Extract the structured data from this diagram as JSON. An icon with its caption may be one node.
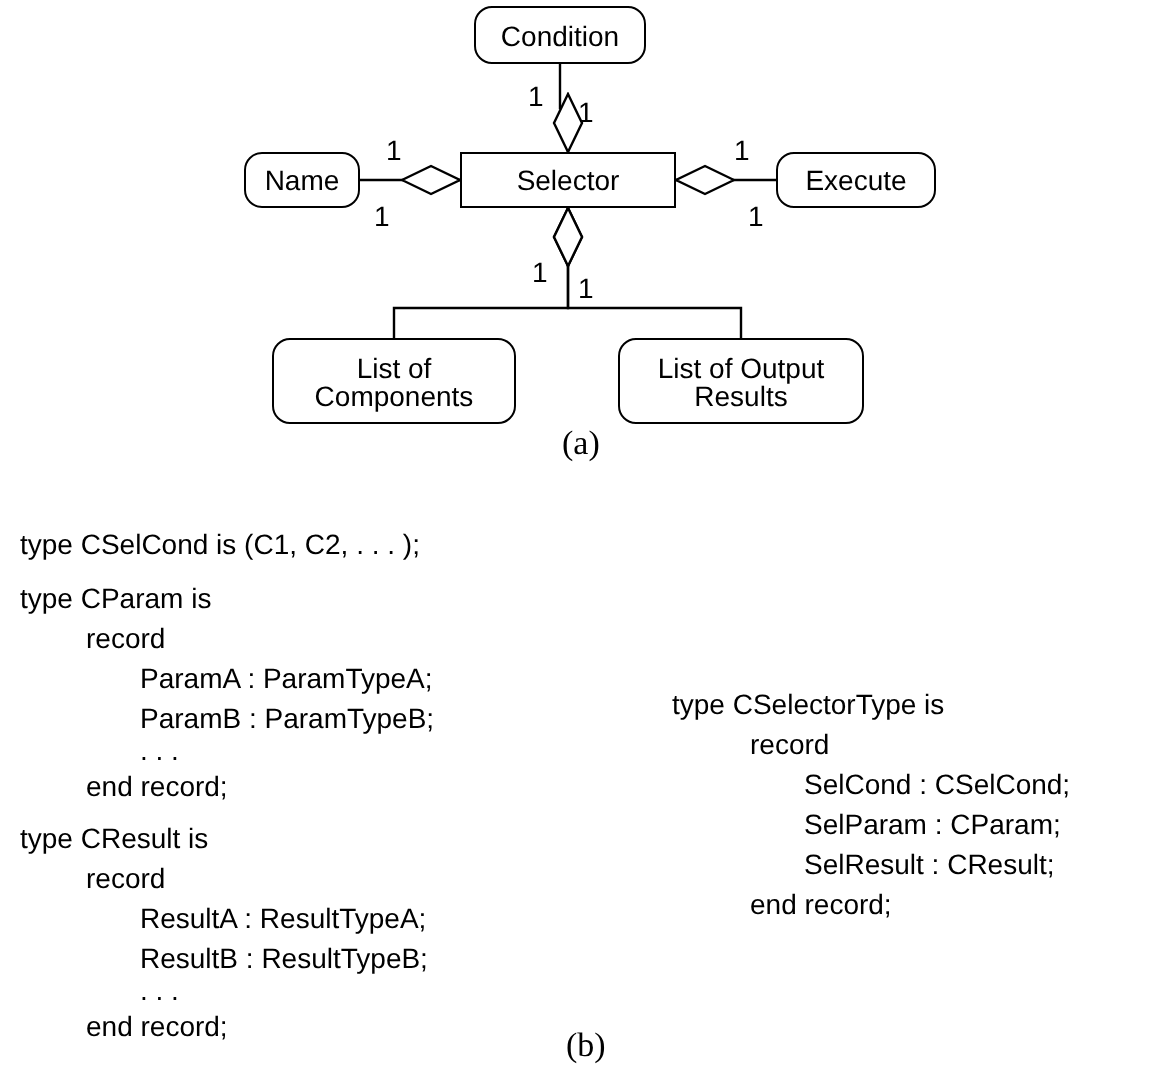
{
  "diagram": {
    "nodes": [
      {
        "text": [
          "Condition"
        ]
      },
      {
        "text": [
          "Name"
        ]
      },
      {
        "text": [
          "Selector"
        ]
      },
      {
        "text": [
          "Execute"
        ]
      },
      {
        "text": [
          "List of Components"
        ]
      },
      {
        "text": [
          "List of Output Results"
        ]
      }
    ],
    "edges": [
      {
        "from": 0,
        "to": 2,
        "arrow": "other"
      },
      {
        "from": 1,
        "to": 2,
        "arrow": "other"
      },
      {
        "from": 3,
        "to": 2,
        "arrow": "other"
      },
      {
        "from": 4,
        "to": 2,
        "arrow": "other"
      },
      {
        "from": 5,
        "to": 2,
        "arrow": "other"
      }
    ],
    "labels": [
      "1",
      "1",
      "1",
      "1",
      "1",
      "1",
      "1",
      "1",
      "(a)",
      "type CSelCond is (C1, C2, . . . );",
      "type CParam is",
      "record",
      "ParamA : ParamTypeA;",
      "ParamB : ParamTypeB;",
      ". . .",
      "end record;",
      "type CResult is",
      "record",
      "ResultA : ResultTypeA;",
      "ResultB : ResultTypeB;",
      ". . .",
      "end record;",
      "type CSelectorType is",
      "record",
      "SelCond : CSelCond;",
      "SelParam : CParam;",
      "SelResult : CResult;",
      "end record;",
      "(b)"
    ]
  }
}
